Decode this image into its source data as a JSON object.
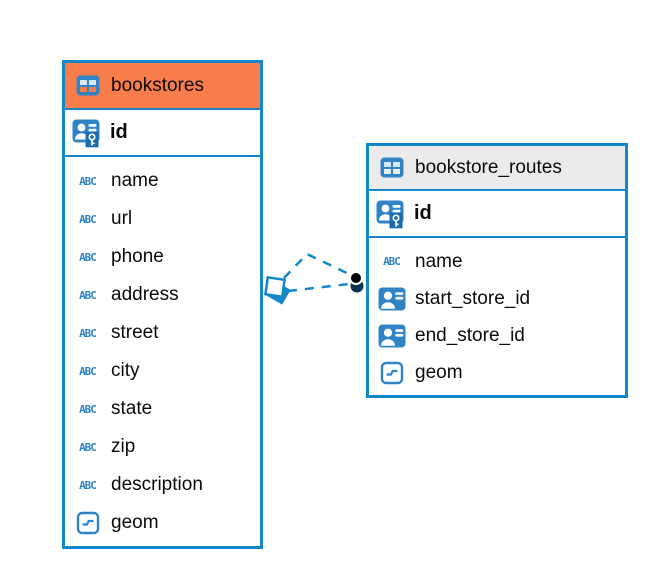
{
  "diagram": {
    "colors": {
      "table_border": "#1288CA",
      "header_orange": "#F97C4B",
      "header_gray": "#EBEBEB",
      "icon_blue": "#2F84C6",
      "icon_cell_light": "#D9E9F6",
      "key_badge_blue": "#1B6BAE",
      "relationship_line": "#1288CA",
      "marker_black": "#000000",
      "marker_dark": "#0A3550",
      "text": "#0B0B0B",
      "background": "#FFFFFF"
    },
    "icons": {
      "text_glyph": "ABC"
    },
    "tables": [
      {
        "name": "bookstores",
        "header_bg": "#F97C4B",
        "primary_key": {
          "label": "id",
          "icon": "id-key-icon"
        },
        "columns": [
          {
            "label": "name",
            "icon": "text-icon"
          },
          {
            "label": "url",
            "icon": "text-icon"
          },
          {
            "label": "phone",
            "icon": "text-icon"
          },
          {
            "label": "address",
            "icon": "text-icon"
          },
          {
            "label": "street",
            "icon": "text-icon"
          },
          {
            "label": "city",
            "icon": "text-icon"
          },
          {
            "label": "state",
            "icon": "text-icon"
          },
          {
            "label": "zip",
            "icon": "text-icon"
          },
          {
            "label": "description",
            "icon": "text-icon"
          },
          {
            "label": "geom",
            "icon": "geometry-icon"
          }
        ]
      },
      {
        "name": "bookstore_routes",
        "header_bg": "#EBEBEB",
        "primary_key": {
          "label": "id",
          "icon": "id-key-icon"
        },
        "columns": [
          {
            "label": "name",
            "icon": "text-icon"
          },
          {
            "label": "start_store_id",
            "icon": "reference-icon"
          },
          {
            "label": "end_store_id",
            "icon": "reference-icon"
          },
          {
            "label": "geom",
            "icon": "geometry-icon"
          }
        ]
      }
    ],
    "relationships": [
      {
        "from": "bookstores",
        "to": "bookstore_routes",
        "via": "start_store_id",
        "style": "dashed"
      },
      {
        "from": "bookstores",
        "to": "bookstore_routes",
        "via": "end_store_id",
        "style": "dashed"
      }
    ]
  }
}
